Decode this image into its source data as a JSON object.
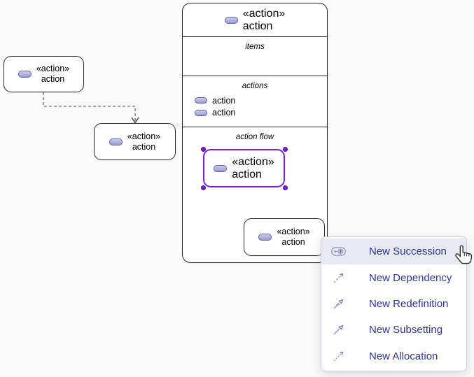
{
  "diagram": {
    "free_boxes": [
      {
        "stereotype": "«action»",
        "name": "action"
      },
      {
        "stereotype": "«action»",
        "name": "action"
      }
    ],
    "container": {
      "header": {
        "stereotype": "«action»",
        "name": "action"
      },
      "compartments": [
        {
          "label": "items"
        },
        {
          "label": "actions",
          "items": [
            "action",
            "action"
          ]
        },
        {
          "label": "action flow"
        }
      ],
      "flow": {
        "selected_box": {
          "stereotype": "«action»",
          "name": "action"
        },
        "target_box": {
          "stereotype": "«action»",
          "name": "action"
        }
      }
    },
    "connectors": [
      {
        "name": "dependency-connector",
        "style": "dashed-gray-open-arrow"
      },
      {
        "name": "flow-preview-connector",
        "style": "dashed-purple"
      }
    ]
  },
  "context_menu": {
    "items": [
      {
        "label": "New Succession",
        "icon": "succession-icon",
        "highlighted": true
      },
      {
        "label": "New Dependency",
        "icon": "dependency-arrow-icon",
        "highlighted": false
      },
      {
        "label": "New Redefinition",
        "icon": "redefinition-arrow-icon",
        "highlighted": false
      },
      {
        "label": "New Subsetting",
        "icon": "subsetting-arrow-icon",
        "highlighted": false
      },
      {
        "label": "New Allocation",
        "icon": "allocation-arrow-icon",
        "highlighted": false
      }
    ]
  },
  "overlay": {
    "cursor": "hand-pointer"
  },
  "colors": {
    "selection_purple": "#7c22cc",
    "preview_purple": "#9d5ce8",
    "box_border": "#2b2b2b",
    "action_icon_fill": "#a3a3d8",
    "action_icon_border": "#62629a",
    "menu_text": "#2c3590",
    "menu_highlight": "#e9e9f3",
    "menu_icon": "#8b8bbd",
    "chevron_gray": "#c9c9c9",
    "chevron_purple": "#7f2ee0",
    "connector_gray": "#6b6b6b",
    "background": "#fbfbfb"
  }
}
